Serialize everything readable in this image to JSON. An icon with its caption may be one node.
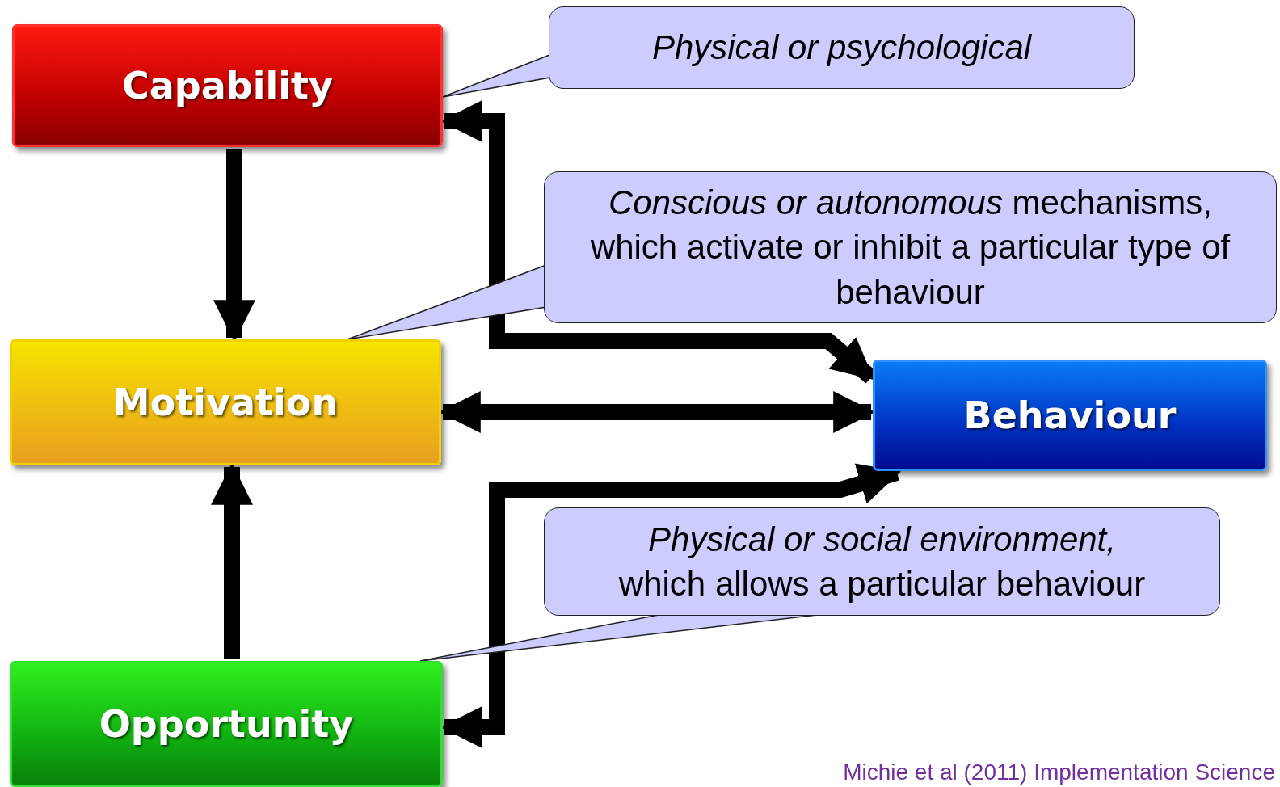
{
  "diagram": {
    "nodes": [
      {
        "text": [
          "Capability"
        ]
      },
      {
        "text": [
          "Physical or psychological"
        ]
      },
      {
        "text": [
          "*Conscious or autonomous* mechanisms, which activate or inhibit a particular type of behaviour"
        ]
      },
      {
        "text": [
          "Motivation"
        ]
      },
      {
        "text": [
          "Behaviour"
        ]
      },
      {
        "text": [
          "*Physical or social environment,* which allows a particular behaviour"
        ]
      },
      {
        "text": [
          "Opportunity"
        ]
      }
    ],
    "edges": [
      {
        "from": 0,
        "to": 3,
        "arrow": "to"
      },
      {
        "from": 6,
        "to": 3,
        "arrow": "to"
      },
      {
        "from": 3,
        "to": 4,
        "arrow": "both"
      },
      {
        "from": 0,
        "to": 4,
        "arrow": "both"
      },
      {
        "from": 6,
        "to": 4,
        "arrow": "both"
      },
      {
        "from": 1,
        "to": 0,
        "arrow": "none"
      },
      {
        "from": 2,
        "to": 3,
        "arrow": "none"
      },
      {
        "from": 5,
        "to": 6,
        "arrow": "none"
      }
    ],
    "labels": [
      "Michie et al (2011) Implementation Science"
    ]
  }
}
